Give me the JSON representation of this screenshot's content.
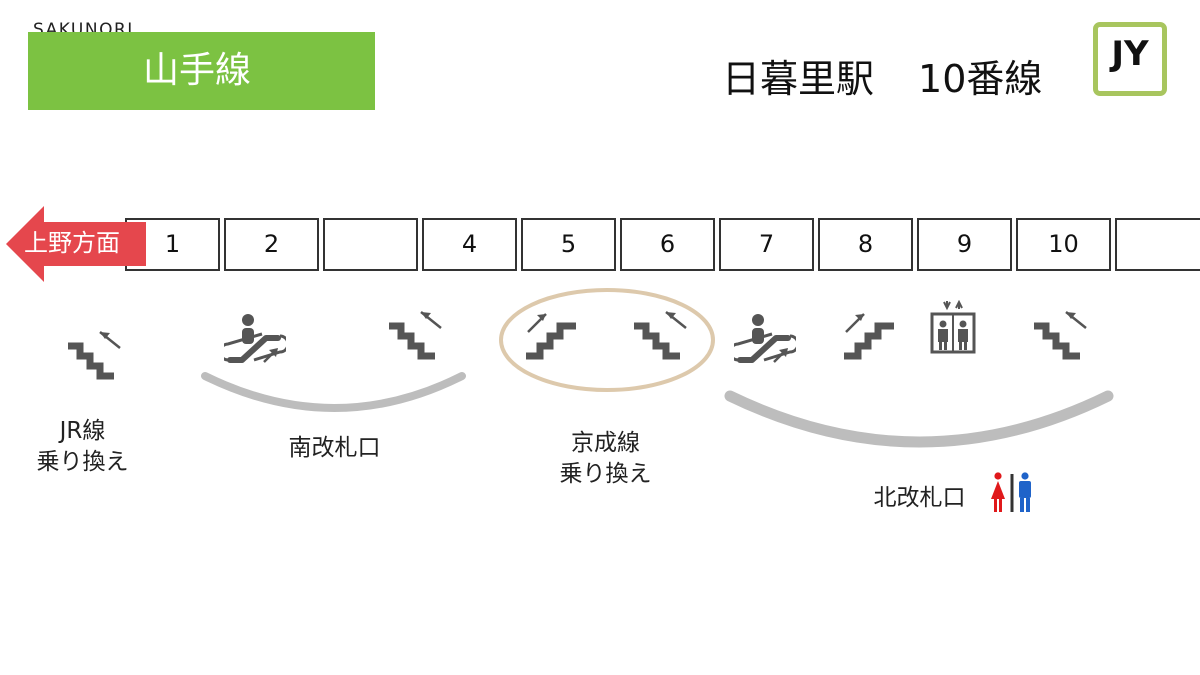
{
  "header": {
    "brand": "SAKUNORI",
    "line_name": "山手線",
    "station": "日暮里駅",
    "track": "10番線",
    "badge": "JY"
  },
  "colors": {
    "line_green": "#7cc242",
    "badge_border": "#a8c55e",
    "direction_red": "#e5474d",
    "arc_gray": "#bdbdbd",
    "keisei_ring": "#ddc9ac",
    "icon_gray": "#555555",
    "restroom_female": "#e0191b",
    "restroom_male": "#1f63c9"
  },
  "direction": {
    "label": "上野方面",
    "icon": "left-arrow-icon"
  },
  "cars": [
    "1",
    "2",
    "",
    "4",
    "5",
    "6",
    "7",
    "8",
    "9",
    "10",
    ""
  ],
  "facilities": [
    {
      "car": "1",
      "icon": "stairs-down-icon"
    },
    {
      "car": "2",
      "icon": "escalator-icon"
    },
    {
      "car": "4",
      "icon": "stairs-down-icon"
    },
    {
      "car": "5",
      "icon": "stairs-up-icon"
    },
    {
      "car": "6",
      "icon": "stairs-down-icon"
    },
    {
      "car": "7",
      "icon": "escalator-icon"
    },
    {
      "car": "8",
      "icon": "stairs-up-icon"
    },
    {
      "car": "9",
      "icon": "elevator-icon"
    },
    {
      "car": "10",
      "icon": "stairs-down-icon"
    }
  ],
  "exits": {
    "jr_transfer": {
      "line1": "JR線",
      "line2": "乗り換え"
    },
    "south_gate": "南改札口",
    "keisei_transfer": {
      "line1": "京成線",
      "line2": "乗り換え"
    },
    "north_gate": "北改札口",
    "restroom_icon": "restroom-icon"
  }
}
